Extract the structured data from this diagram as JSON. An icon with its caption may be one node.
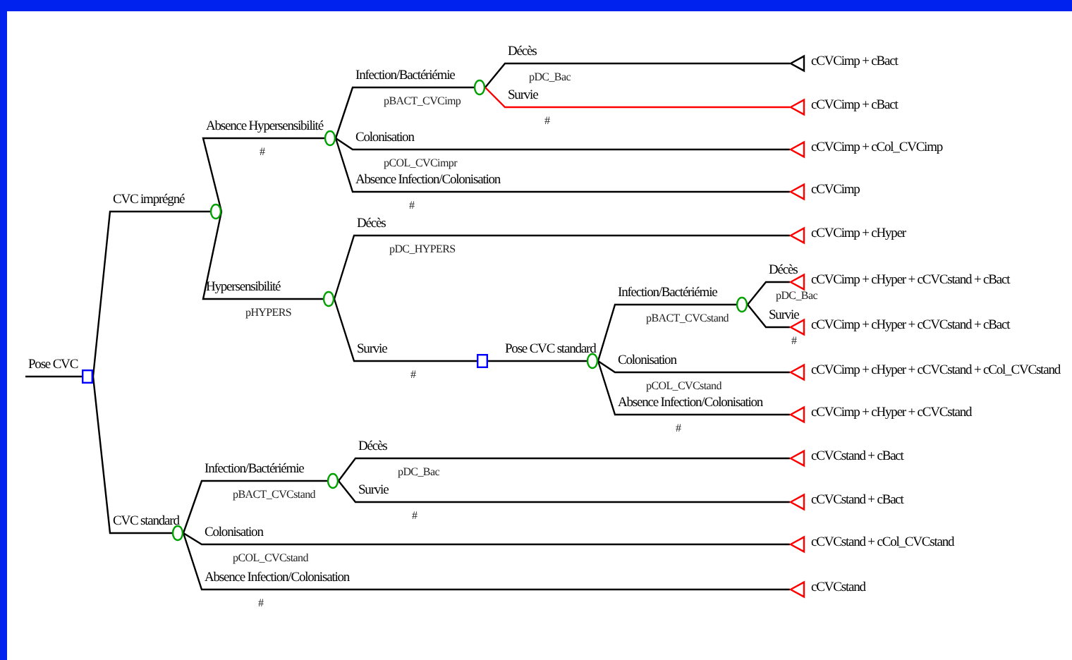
{
  "diagram": {
    "nodes": [
      {
        "text": [
          "Pose CVC"
        ]
      },
      {
        "text": [],
        "shape": "circle"
      },
      {
        "text": [],
        "shape": "circle"
      },
      {
        "text": [],
        "shape": "circle"
      },
      {
        "text": [
          "cCVCimp + cBact"
        ]
      },
      {
        "text": [
          "cCVCimp + cBact"
        ]
      },
      {
        "text": [
          "cCVCimp + cCol_CVCimp"
        ]
      },
      {
        "text": [
          "cCVCimp"
        ]
      },
      {
        "text": [],
        "shape": "circle"
      },
      {
        "text": [
          "cCVCimp + cHyper"
        ]
      },
      {
        "text": [],
        "shape": "box"
      },
      {
        "text": [],
        "shape": "circle"
      },
      {
        "text": [],
        "shape": "circle"
      },
      {
        "text": [
          "cCVCimp + cHyper + cCVCstand + cBact"
        ]
      },
      {
        "text": [
          "cCVCimp + cHyper + cCVCstand + cBact"
        ]
      },
      {
        "text": [
          "cCVCimp + cHyper + cCVCstand + cCol_CVCstand"
        ]
      },
      {
        "text": [
          "cCVCimp + cHyper + cCVCstand"
        ]
      },
      {
        "text": [],
        "shape": "circle"
      },
      {
        "text": [],
        "shape": "circle"
      },
      {
        "text": [
          "cCVCstand + cBact"
        ]
      },
      {
        "text": [
          "cCVCstand + cBact"
        ]
      },
      {
        "text": [
          "cCVCstand + cCol_CVCstand"
        ]
      },
      {
        "text": [
          "cCVCstand"
        ]
      }
    ],
    "edges": [
      {
        "from": 0,
        "to": 1,
        "arrow": "none",
        "label": "CVC imprégné"
      },
      {
        "from": 1,
        "to": 2,
        "arrow": "none",
        "label": "Absence Hypersensibilité"
      },
      {
        "from": 2,
        "to": 3,
        "arrow": "none",
        "label": "Infection/Bactériémie"
      },
      {
        "from": 3,
        "to": 4,
        "arrow": "none",
        "label": "Décès"
      },
      {
        "from": 3,
        "to": 5,
        "arrow": "none",
        "label": "Survie",
        "color": "#ff0000"
      },
      {
        "from": 2,
        "to": 6,
        "arrow": "none",
        "label": "Colonisation"
      },
      {
        "from": 2,
        "to": 7,
        "arrow": "none",
        "label": "Absence Infection/Colonisation"
      },
      {
        "from": 1,
        "to": 8,
        "arrow": "none",
        "label": "Hypersensibilité"
      },
      {
        "from": 8,
        "to": 9,
        "arrow": "none",
        "label": "Décès"
      },
      {
        "from": 8,
        "to": 10,
        "arrow": "none",
        "label": "Survie"
      },
      {
        "from": 10,
        "to": 11,
        "arrow": "none",
        "label": "Pose CVC standard"
      },
      {
        "from": 11,
        "to": 12,
        "arrow": "none",
        "label": "Infection/Bactériémie"
      },
      {
        "from": 12,
        "to": 13,
        "arrow": "none",
        "label": "Décès"
      },
      {
        "from": 12,
        "to": 14,
        "arrow": "none",
        "label": "Survie"
      },
      {
        "from": 11,
        "to": 15,
        "arrow": "none",
        "label": "Colonisation"
      },
      {
        "from": 11,
        "to": 16,
        "arrow": "none",
        "label": "Absence Infection/Colonisation"
      },
      {
        "from": 0,
        "to": 17,
        "arrow": "none",
        "label": "CVC standard"
      },
      {
        "from": 17,
        "to": 18,
        "arrow": "none",
        "label": "Infection/Bactériémie"
      },
      {
        "from": 18,
        "to": 19,
        "arrow": "none",
        "label": "Décès"
      },
      {
        "from": 18,
        "to": 20,
        "arrow": "none",
        "label": "Survie"
      },
      {
        "from": 17,
        "to": 21,
        "arrow": "none",
        "label": "Colonisation"
      },
      {
        "from": 17,
        "to": 22,
        "arrow": "none",
        "label": "Absence Infection/Colonisation"
      }
    ],
    "labels": [
      "#",
      "pBACT_CVCimp",
      "pDC_Bac",
      "#",
      "pCOL_CVCimpr",
      "#",
      "pHYPERS",
      "pDC_HYPERS",
      "#",
      "pBACT_CVCstand",
      "pDC_Bac",
      "#",
      "pCOL_CVCstand",
      "#",
      "pBACT_CVCstand",
      "pDC_Bac",
      "#",
      "pCOL_CVCstand",
      "#"
    ]
  }
}
